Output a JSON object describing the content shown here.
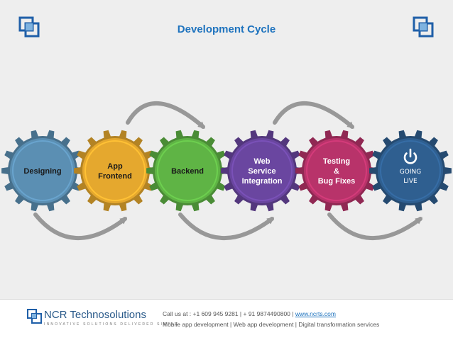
{
  "title": "Development Cycle",
  "stages": [
    {
      "label_lines": [
        "Designing"
      ],
      "color": "#5b8fb3",
      "text_color": "#1a1a1a"
    },
    {
      "label_lines": [
        "App",
        "Frontend"
      ],
      "color": "#e5a82e",
      "text_color": "#1a1a1a"
    },
    {
      "label_lines": [
        "Backend"
      ],
      "color": "#5fb445",
      "text_color": "#1a1a1a"
    },
    {
      "label_lines": [
        "Web",
        "Service",
        "Integration"
      ],
      "color": "#6a46a0",
      "text_color": "#ffffff"
    },
    {
      "label_lines": [
        "Testing",
        "&",
        "Bug Fixes"
      ],
      "color": "#b8336a",
      "text_color": "#ffffff"
    },
    {
      "label_lines": [
        "GOING",
        "LIVE"
      ],
      "color": "#2f5f90",
      "text_color": "#ffffff",
      "icon": "power-icon"
    }
  ],
  "footer": {
    "brand_name": "NCR Technosolutions",
    "brand_tagline": "INNOVATIVE SOLUTIONS DELIVERED SIMPLE",
    "contact_prefix": "Call us at : +1 609 945 9281  | + 91 9874490800 | ",
    "website": "www.ncrts.com",
    "services": "Mobile app development |  Web app development | Digital transformation services"
  },
  "colors": {
    "title": "#1e73be",
    "arrow": "#888888",
    "corner_logo": "#1f5fa8"
  }
}
